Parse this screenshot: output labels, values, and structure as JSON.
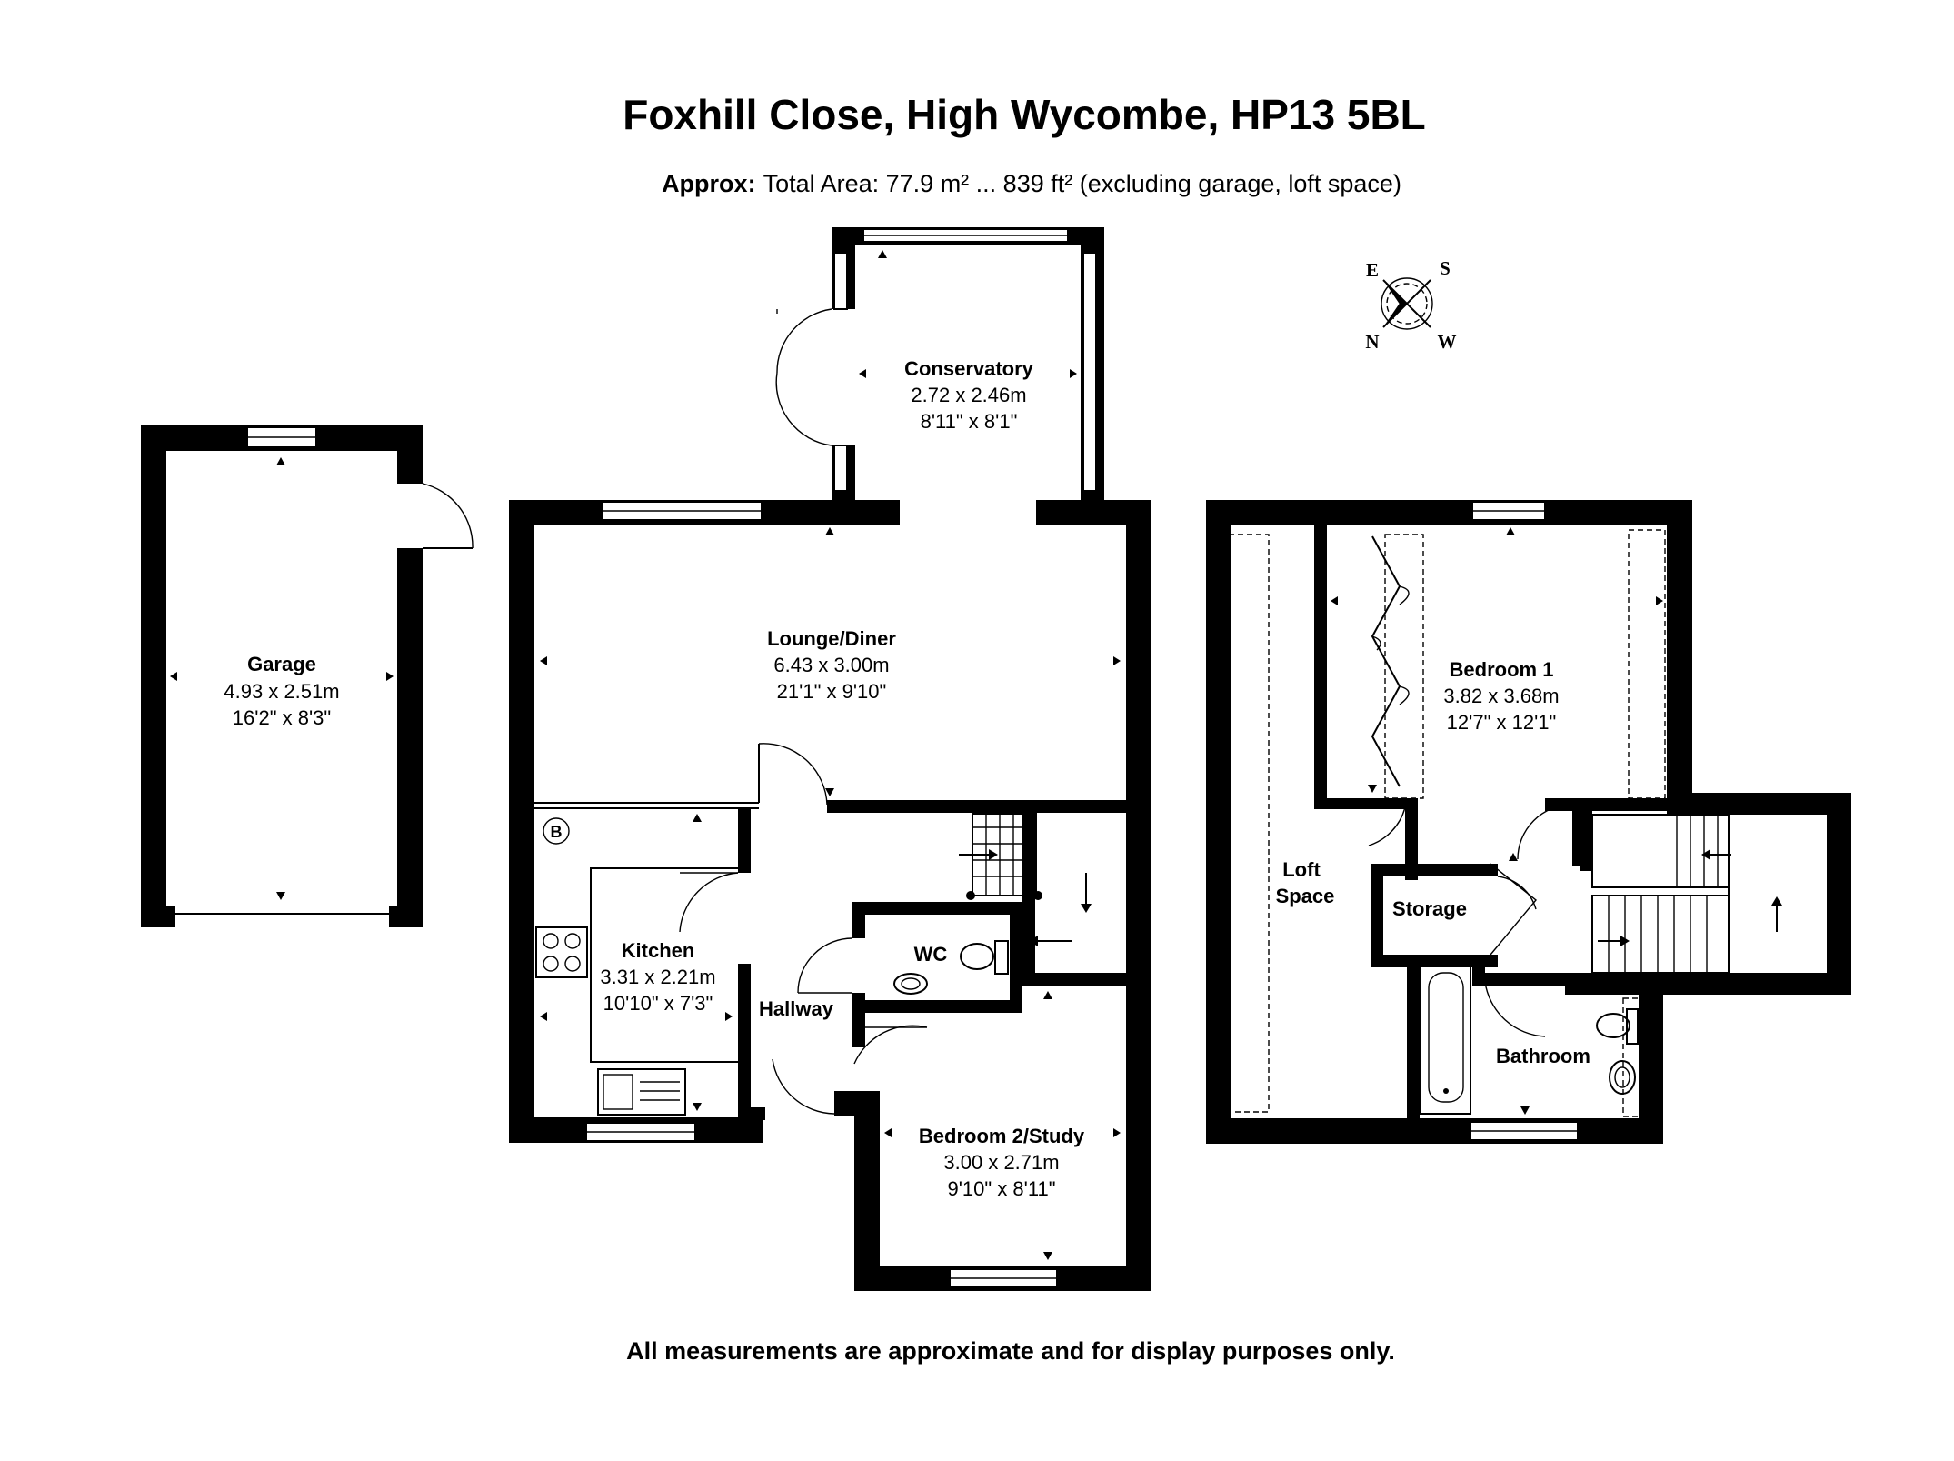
{
  "header": {
    "title": "Foxhill Close, High Wycombe, HP13 5BL",
    "area_label": "Approx:",
    "area_text": "Total Area: 77.9 m² ... 839 ft² (excluding garage, loft space)"
  },
  "compass": {
    "n": "N",
    "e": "E",
    "s": "S",
    "w": "W"
  },
  "rooms": {
    "garage": {
      "name": "Garage",
      "metric": "4.93 x 2.51m",
      "imperial": "16'2\" x 8'3\""
    },
    "conservatory": {
      "name": "Conservatory",
      "metric": "2.72 x 2.46m",
      "imperial": "8'11\" x 8'1\""
    },
    "lounge": {
      "name": "Lounge/Diner",
      "metric": "6.43 x 3.00m",
      "imperial": "21'1\" x 9'10\""
    },
    "kitchen": {
      "name": "Kitchen",
      "metric": "3.31 x 2.21m",
      "imperial": "10'10\" x 7'3\""
    },
    "hallway": {
      "name": "Hallway"
    },
    "wc": {
      "name": "WC"
    },
    "bedroom2": {
      "name": "Bedroom 2/Study",
      "metric": "3.00 x 2.71m",
      "imperial": "9'10\" x 8'11\""
    },
    "bedroom1": {
      "name": "Bedroom 1",
      "metric": "3.82 x 3.68m",
      "imperial": "12'7\" x 12'1\""
    },
    "loft": {
      "name_line1": "Loft",
      "name_line2": "Space"
    },
    "storage": {
      "name": "Storage"
    },
    "bathroom": {
      "name": "Bathroom"
    }
  },
  "boiler_marker": "B",
  "footer": {
    "disclaimer": "All measurements are approximate and for display purposes only."
  }
}
